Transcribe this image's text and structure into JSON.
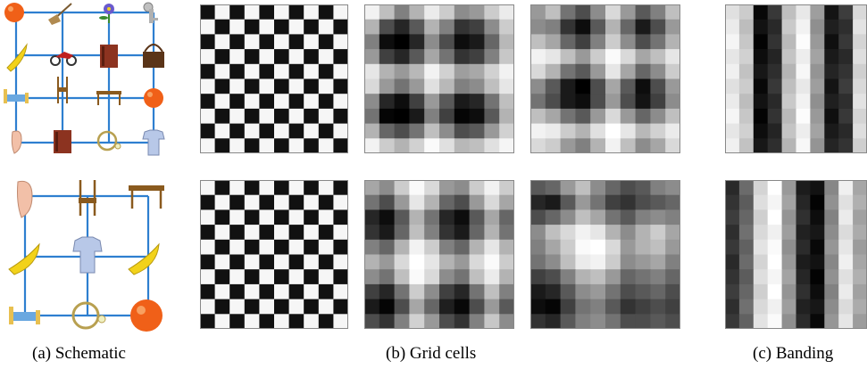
{
  "figure": {
    "captions": {
      "schematic": "(a) Schematic",
      "grid_cells": "(b) Grid cells",
      "banding": "(c) Banding"
    },
    "colors": {
      "grid_line": "#2e7fd0",
      "checker_dark": "#111111",
      "checker_light": "#f6f6f6",
      "orange": "#f06018",
      "banana": "#f2d21a",
      "wood": "#8a5a1e",
      "book": "#8c3320",
      "shirt": "#b8c8e8",
      "bed": "#6aa8e0"
    },
    "schematics": [
      {
        "grid": "4x4",
        "objects": [
          "orange-icon",
          "broom-icon",
          "flower-icon",
          "key-icon",
          "banana-icon",
          "motorbike-icon",
          "book-icon",
          "basket-icon",
          "bed-icon",
          "chair-icon",
          "table-icon",
          "orange-icon",
          "ear-icon",
          "book-icon",
          "magnifier-icon",
          "shirt-icon"
        ]
      },
      {
        "grid": "3x3",
        "objects": [
          "ear-icon",
          "chair-icon",
          "table-icon",
          "banana-icon",
          "shirt-icon",
          "banana-icon",
          "bed-icon",
          "magnifier-icon",
          "orange-icon"
        ]
      }
    ],
    "rows": [
      {
        "checker": {
          "n": 10,
          "phase": 0
        },
        "heatmap_a": [
          [
            0.95,
            0.75,
            0.5,
            0.7,
            0.92,
            0.8,
            0.55,
            0.6,
            0.8,
            0.92
          ],
          [
            0.7,
            0.3,
            0.15,
            0.35,
            0.7,
            0.5,
            0.2,
            0.25,
            0.55,
            0.8
          ],
          [
            0.5,
            0.05,
            0.0,
            0.15,
            0.55,
            0.3,
            0.05,
            0.1,
            0.4,
            0.72
          ],
          [
            0.6,
            0.25,
            0.15,
            0.35,
            0.65,
            0.45,
            0.2,
            0.25,
            0.5,
            0.78
          ],
          [
            0.9,
            0.7,
            0.6,
            0.72,
            0.95,
            0.82,
            0.62,
            0.66,
            0.82,
            0.95
          ],
          [
            0.85,
            0.6,
            0.45,
            0.6,
            0.88,
            0.72,
            0.5,
            0.55,
            0.75,
            0.9
          ],
          [
            0.55,
            0.15,
            0.05,
            0.25,
            0.6,
            0.35,
            0.1,
            0.15,
            0.45,
            0.75
          ],
          [
            0.45,
            0.02,
            0.0,
            0.1,
            0.5,
            0.25,
            0.02,
            0.05,
            0.35,
            0.7
          ],
          [
            0.7,
            0.4,
            0.3,
            0.45,
            0.75,
            0.55,
            0.3,
            0.35,
            0.6,
            0.82
          ],
          [
            0.95,
            0.8,
            0.7,
            0.82,
            0.98,
            0.88,
            0.72,
            0.75,
            0.88,
            0.96
          ]
        ],
        "heatmap_b": [
          [
            0.6,
            0.75,
            0.45,
            0.3,
            0.55,
            0.85,
            0.6,
            0.35,
            0.5,
            0.75
          ],
          [
            0.55,
            0.5,
            0.2,
            0.05,
            0.35,
            0.7,
            0.4,
            0.1,
            0.3,
            0.6
          ],
          [
            0.75,
            0.65,
            0.4,
            0.25,
            0.5,
            0.8,
            0.55,
            0.3,
            0.45,
            0.7
          ],
          [
            0.95,
            0.9,
            0.75,
            0.6,
            0.8,
            0.98,
            0.85,
            0.65,
            0.75,
            0.9
          ],
          [
            0.85,
            0.7,
            0.45,
            0.35,
            0.6,
            0.9,
            0.65,
            0.4,
            0.55,
            0.8
          ],
          [
            0.55,
            0.35,
            0.1,
            0.0,
            0.3,
            0.65,
            0.35,
            0.05,
            0.3,
            0.6
          ],
          [
            0.45,
            0.3,
            0.1,
            0.05,
            0.3,
            0.6,
            0.3,
            0.08,
            0.25,
            0.55
          ],
          [
            0.75,
            0.65,
            0.45,
            0.35,
            0.6,
            0.85,
            0.6,
            0.4,
            0.55,
            0.75
          ],
          [
            0.95,
            0.92,
            0.8,
            0.7,
            0.88,
            1.0,
            0.9,
            0.72,
            0.82,
            0.92
          ],
          [
            0.85,
            0.8,
            0.6,
            0.5,
            0.7,
            0.95,
            0.75,
            0.55,
            0.65,
            0.85
          ]
        ],
        "banding": [
          0.92,
          0.78,
          0.05,
          0.18,
          0.75,
          0.95,
          0.6,
          0.1,
          0.2,
          0.85
        ]
      },
      {
        "checker": {
          "n": 10,
          "phase": 1
        },
        "heatmap_a": [
          [
            0.65,
            0.55,
            0.8,
            0.98,
            0.85,
            0.6,
            0.55,
            0.8,
            0.95,
            0.8
          ],
          [
            0.45,
            0.3,
            0.6,
            0.9,
            0.7,
            0.4,
            0.3,
            0.6,
            0.85,
            0.65
          ],
          [
            0.15,
            0.05,
            0.35,
            0.7,
            0.45,
            0.15,
            0.05,
            0.35,
            0.65,
            0.4
          ],
          [
            0.2,
            0.1,
            0.4,
            0.75,
            0.5,
            0.2,
            0.1,
            0.4,
            0.7,
            0.45
          ],
          [
            0.5,
            0.4,
            0.7,
            0.95,
            0.8,
            0.5,
            0.4,
            0.7,
            0.9,
            0.7
          ],
          [
            0.7,
            0.6,
            0.85,
            1.0,
            0.9,
            0.7,
            0.6,
            0.85,
            0.98,
            0.8
          ],
          [
            0.55,
            0.45,
            0.75,
            0.98,
            0.85,
            0.55,
            0.45,
            0.75,
            0.92,
            0.7
          ],
          [
            0.25,
            0.15,
            0.45,
            0.8,
            0.55,
            0.25,
            0.15,
            0.45,
            0.75,
            0.5
          ],
          [
            0.1,
            0.02,
            0.3,
            0.65,
            0.4,
            0.12,
            0.03,
            0.3,
            0.6,
            0.35
          ],
          [
            0.3,
            0.2,
            0.5,
            0.82,
            0.6,
            0.3,
            0.2,
            0.5,
            0.78,
            0.55
          ]
        ],
        "heatmap_b": [
          [
            0.35,
            0.4,
            0.6,
            0.75,
            0.55,
            0.4,
            0.3,
            0.35,
            0.5,
            0.55
          ],
          [
            0.15,
            0.1,
            0.35,
            0.6,
            0.45,
            0.25,
            0.2,
            0.3,
            0.35,
            0.4
          ],
          [
            0.3,
            0.4,
            0.55,
            0.75,
            0.65,
            0.45,
            0.35,
            0.5,
            0.55,
            0.5
          ],
          [
            0.55,
            0.75,
            0.85,
            0.95,
            0.9,
            0.7,
            0.55,
            0.7,
            0.8,
            0.65
          ],
          [
            0.5,
            0.65,
            0.8,
            0.98,
            1.0,
            0.85,
            0.6,
            0.7,
            0.75,
            0.6
          ],
          [
            0.45,
            0.55,
            0.75,
            0.92,
            0.95,
            0.8,
            0.55,
            0.6,
            0.65,
            0.5
          ],
          [
            0.25,
            0.3,
            0.5,
            0.7,
            0.75,
            0.6,
            0.4,
            0.45,
            0.5,
            0.4
          ],
          [
            0.1,
            0.15,
            0.35,
            0.55,
            0.6,
            0.45,
            0.3,
            0.35,
            0.4,
            0.3
          ],
          [
            0.05,
            0.02,
            0.25,
            0.45,
            0.5,
            0.35,
            0.2,
            0.25,
            0.3,
            0.25
          ],
          [
            0.2,
            0.15,
            0.35,
            0.5,
            0.55,
            0.45,
            0.3,
            0.3,
            0.35,
            0.3
          ]
        ],
        "banding": [
          0.2,
          0.4,
          0.85,
          0.98,
          0.6,
          0.15,
          0.05,
          0.55,
          0.9,
          0.65
        ]
      }
    ]
  }
}
